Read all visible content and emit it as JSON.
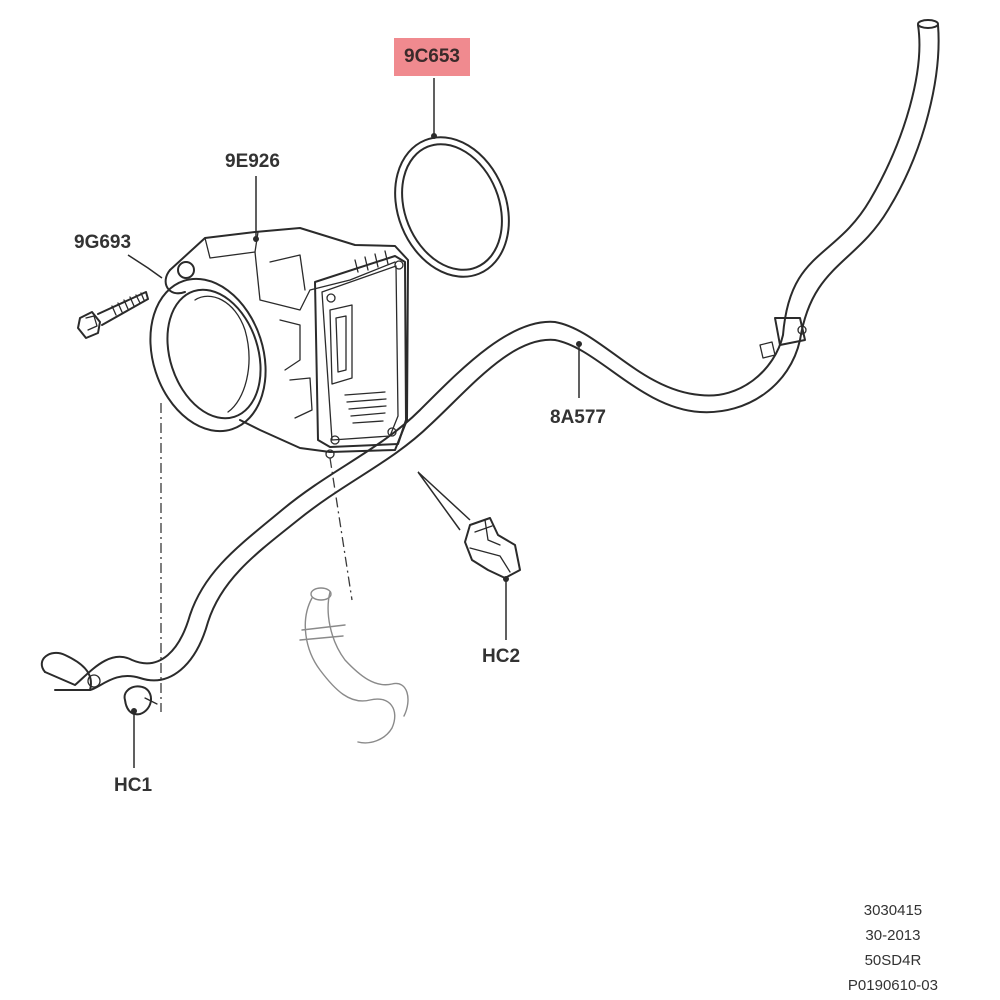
{
  "callouts": {
    "gasket": "9C653",
    "throttle_body": "9E926",
    "bolt": "9G693",
    "hose": "8A577",
    "clip_2": "HC2",
    "clip_1": "HC1"
  },
  "footer": {
    "line1": "3030415",
    "line2": "30-2013",
    "line3": "50SD4R",
    "line4": "P0190610-03"
  },
  "highlight_color": "#f08a8f"
}
